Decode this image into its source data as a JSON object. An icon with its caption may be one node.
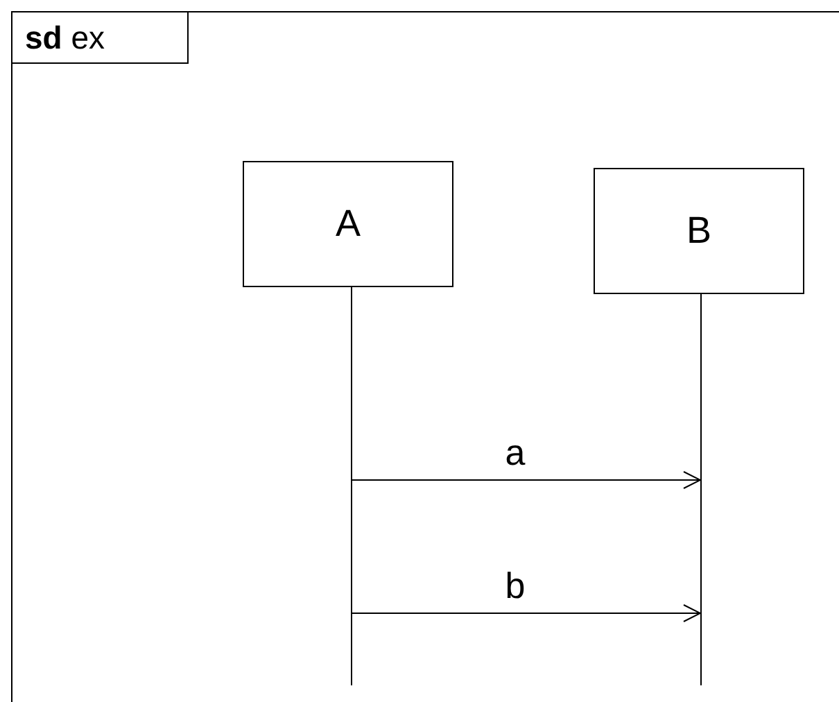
{
  "diagram": {
    "nodes": [
      {
        "text": [
          "**sd** ex"
        ]
      },
      {
        "text": [
          "A"
        ],
        "in": 0
      },
      {
        "text": [
          "B"
        ],
        "in": 0
      },
      {
        "text": [],
        "shape": "bar",
        "in": 0
      },
      {
        "text": [],
        "shape": "bar",
        "in": 0
      }
    ],
    "edges": [
      {
        "from": 3,
        "to": 4,
        "arrow": "to",
        "label": "a"
      },
      {
        "from": 3,
        "to": 4,
        "arrow": "to",
        "label": "b"
      }
    ]
  }
}
